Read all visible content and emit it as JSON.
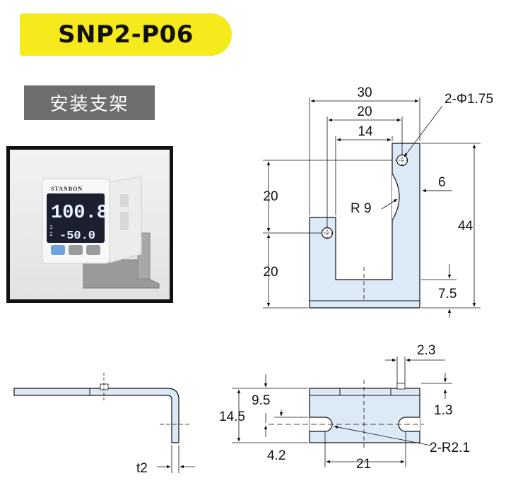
{
  "title": "SNP2-P06",
  "section_label": "安装支架",
  "photo": {
    "brand": "STANBON",
    "display_main": "100.8",
    "display_sub": "-50.0",
    "channel_1": "1",
    "channel_2": "2"
  },
  "front_view": {
    "width_overall": "30",
    "width_inner": "20",
    "width_slot": "14",
    "hole_label": "2-Φ1.75",
    "height_upper": "20",
    "height_lower": "20",
    "height_total": "44",
    "radius_label": "R 9",
    "offset_6": "6",
    "bottom_7_5": "7.5"
  },
  "side_view": {
    "thickness": "t2"
  },
  "bottom_view": {
    "dim_2_3": "2.3",
    "dim_9_5": "9.5",
    "dim_14_5": "14.5",
    "dim_1_3": "1.3",
    "dim_4_2": "4.2",
    "slot_label": "2-R2.1",
    "dim_21": "21"
  },
  "colors": {
    "title_bg": "#f7ea1c",
    "section_bg": "#6e6e6e",
    "part_fill": "#dce9f7",
    "line": "#111111"
  }
}
